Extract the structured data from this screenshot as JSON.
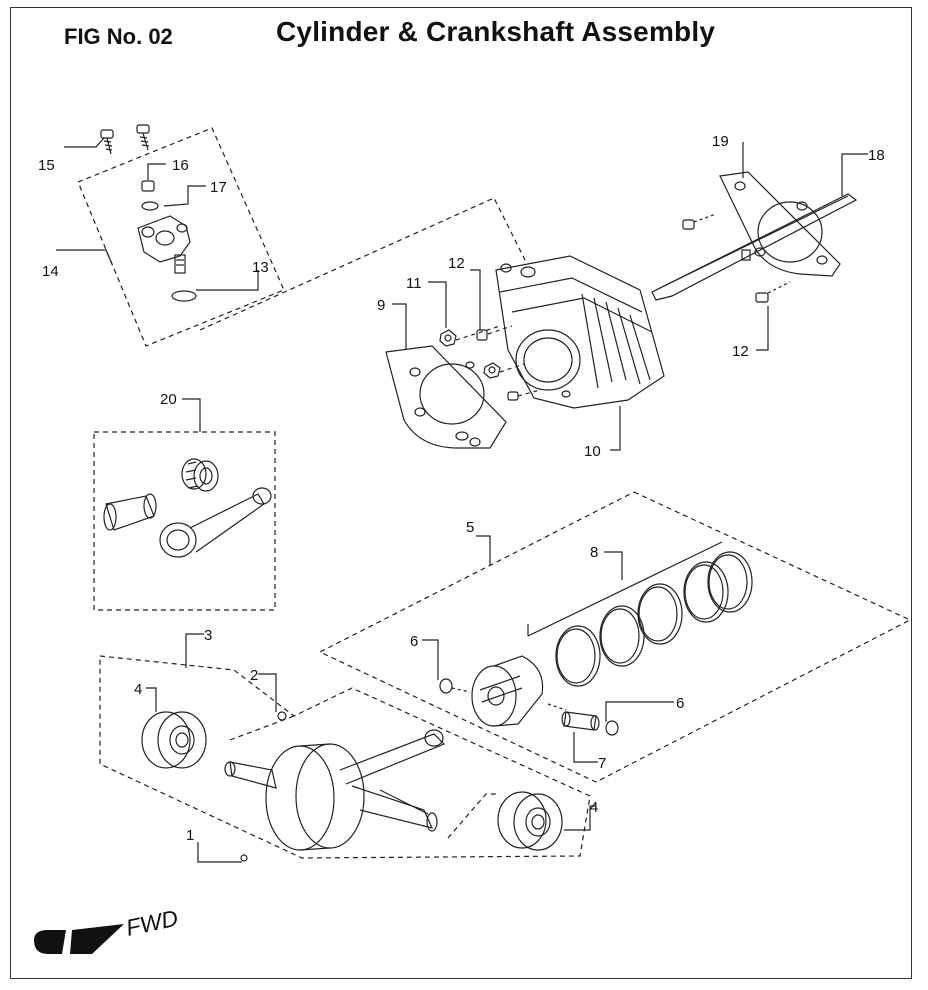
{
  "header": {
    "fig_label": "FIG No. 02",
    "title": "Cylinder & Crankshaft Assembly"
  },
  "callouts": {
    "c1": "1",
    "c2": "2",
    "c3": "3",
    "c4a": "4",
    "c4b": "4",
    "c5": "5",
    "c6a": "6",
    "c6b": "6",
    "c7": "7",
    "c8": "8",
    "c9": "9",
    "c10": "10",
    "c11": "11",
    "c12a": "12",
    "c12b": "12",
    "c13": "13",
    "c14": "14",
    "c15": "15",
    "c16": "16",
    "c17": "17",
    "c18": "18",
    "c19": "19",
    "c20": "20"
  },
  "direction": {
    "label": "FWD",
    "icon": "forward-arrow-icon"
  }
}
